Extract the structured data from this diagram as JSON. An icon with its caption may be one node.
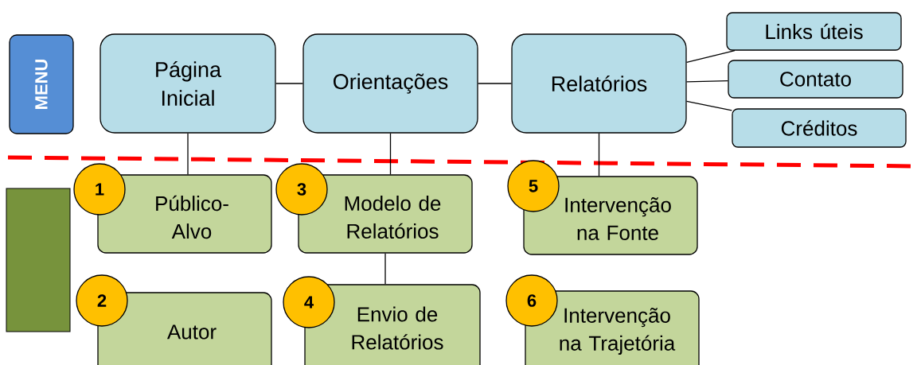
{
  "diagram": {
    "nodes": [
      {
        "text": [
          "MENU"
        ]
      },
      {
        "text": [
          "Página Inicial"
        ]
      },
      {
        "text": [
          "Orientações"
        ]
      },
      {
        "text": [
          "Relatórios"
        ]
      },
      {
        "text": [
          "Links úteis"
        ]
      },
      {
        "text": [
          "Contato"
        ]
      },
      {
        "text": [
          "Créditos"
        ]
      },
      {
        "text": [],
        "shape": "bar"
      },
      {
        "text": [
          "1"
        ]
      },
      {
        "text": [
          "Público-Alvo"
        ]
      },
      {
        "text": [
          "3"
        ]
      },
      {
        "text": [
          "Modelo de Relatórios"
        ]
      },
      {
        "text": [
          "5"
        ]
      },
      {
        "text": [
          "Intervenção na Fonte"
        ]
      },
      {
        "text": [
          "2"
        ]
      },
      {
        "text": [
          "Autor"
        ]
      },
      {
        "text": [
          "4"
        ]
      },
      {
        "text": [
          "Envio de Relatórios"
        ]
      },
      {
        "text": [
          "6"
        ]
      },
      {
        "text": [
          "Intervenção na Trajetória"
        ]
      }
    ],
    "edges": [
      {
        "from": 1,
        "to": 2,
        "arrow": "none"
      },
      {
        "from": 2,
        "to": 3,
        "arrow": "none"
      },
      {
        "from": 3,
        "to": 4,
        "arrow": "none"
      },
      {
        "from": 3,
        "to": 5,
        "arrow": "none"
      },
      {
        "from": 3,
        "to": 6,
        "arrow": "none"
      },
      {
        "from": 1,
        "to": 9,
        "arrow": "none"
      },
      {
        "from": 2,
        "to": 11,
        "arrow": "none"
      },
      {
        "from": 3,
        "to": 13,
        "arrow": "none"
      },
      {
        "from": 11,
        "to": 17,
        "arrow": "none"
      }
    ]
  }
}
